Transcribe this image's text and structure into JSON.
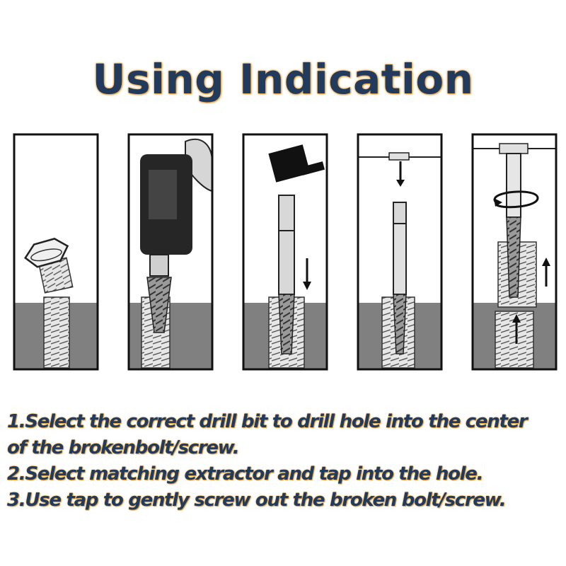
{
  "title": "Using Indication",
  "colors": {
    "title_text": "#223a5c",
    "title_glow": "#e9a740",
    "panel_ground": "#808080",
    "panel_border": "#111111"
  },
  "icons": [
    "broken-bolt-icon",
    "drill-icon",
    "hammer-icon",
    "extractor-icon",
    "tap-wrench-icon"
  ],
  "steps": [
    "1.Select the correct drill bit to drill hole into the center",
    "of the brokenbolt/screw.",
    "2.Select matching extractor and tap into the hole.",
    "3.Use tap to gently screw out the broken bolt/screw."
  ]
}
